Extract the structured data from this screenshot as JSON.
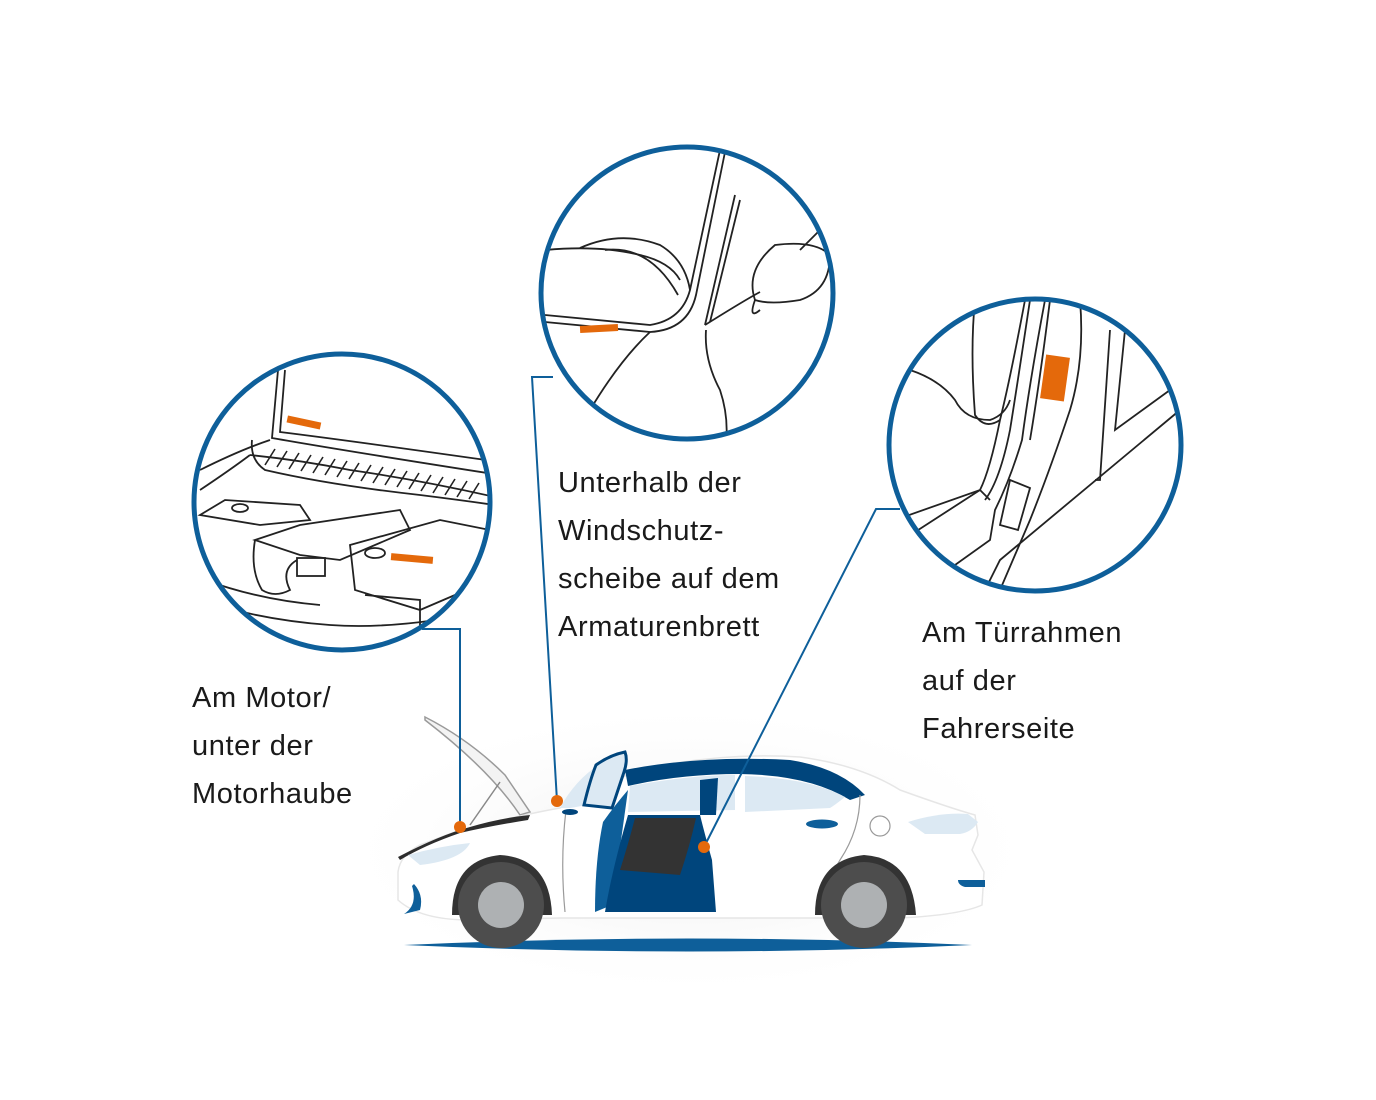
{
  "diagram": {
    "colors": {
      "accent_blue": "#0e5f9a",
      "dark_blue": "#00457c",
      "marker_orange": "#e4690b",
      "light_glass": "#dce9f3",
      "tire_dark": "#333333",
      "tire_mid": "#4d4d4d",
      "hub": "#aeb1b3",
      "line_art": "#222222"
    },
    "callouts": [
      {
        "id": "engine",
        "lines": [
          "Am Motor/",
          "unter der",
          "Motorhaube"
        ],
        "detail_view": "engine-bay-closeup",
        "marker": "hood-marker"
      },
      {
        "id": "windshield",
        "lines": [
          "Unterhalb der",
          "Windschutz-",
          "scheibe auf dem",
          "Armaturenbrett"
        ],
        "detail_view": "dashboard-windshield-closeup",
        "marker": "dashboard-marker"
      },
      {
        "id": "door-frame",
        "lines": [
          "Am Türrahmen",
          "auf der",
          "Fahrerseite"
        ],
        "detail_view": "door-frame-closeup",
        "marker": "door-frame-marker"
      }
    ]
  }
}
